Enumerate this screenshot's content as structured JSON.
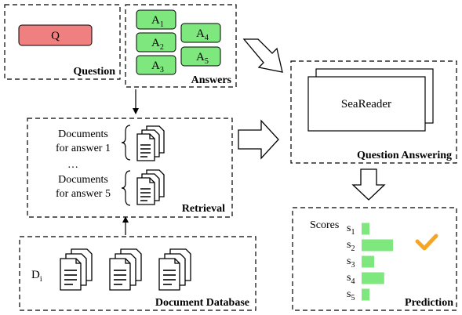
{
  "question_box": {
    "title": "Question",
    "node": "Q",
    "node_color": "#f08080"
  },
  "answers_box": {
    "title": "Answers",
    "items": [
      {
        "letter": "A",
        "sub": "1"
      },
      {
        "letter": "A",
        "sub": "2"
      },
      {
        "letter": "A",
        "sub": "3"
      },
      {
        "letter": "A",
        "sub": "4"
      },
      {
        "letter": "A",
        "sub": "5"
      }
    ],
    "node_color": "#7ee87e"
  },
  "retrieval_box": {
    "title": "Retrieval",
    "doc_label_1_line1": "Documents",
    "doc_label_1_line2": "for answer 1",
    "ellipsis": "…",
    "doc_label_5_line1": "Documents",
    "doc_label_5_line2": "for answer 5"
  },
  "qa_box": {
    "title": "Question Answering",
    "model": "SeaReader"
  },
  "database_box": {
    "title": "Document Database",
    "label_letter": "D",
    "label_sub": "i"
  },
  "prediction_box": {
    "title": "Prediction",
    "scores_label": "Scores",
    "bar_color": "#7ee87e",
    "check_color": "#f5a623",
    "scores": [
      {
        "letter": "s",
        "sub": "1",
        "relative_value": 0.25
      },
      {
        "letter": "s",
        "sub": "2",
        "relative_value": 1.0
      },
      {
        "letter": "s",
        "sub": "3",
        "relative_value": 0.4
      },
      {
        "letter": "s",
        "sub": "4",
        "relative_value": 0.72
      },
      {
        "letter": "s",
        "sub": "5",
        "relative_value": 0.25
      }
    ],
    "best_index": 1
  }
}
